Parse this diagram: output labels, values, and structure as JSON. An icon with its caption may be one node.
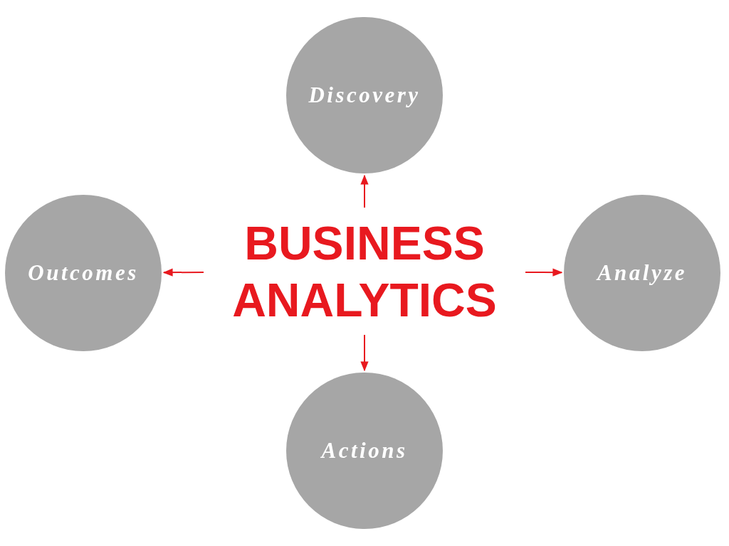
{
  "diagram": {
    "nodes": [
      {
        "text": [
          "Discovery"
        ]
      },
      {
        "text": [
          "Outcomes"
        ]
      },
      {
        "text": [
          "BUSINESS ANALYTICS"
        ]
      },
      {
        "text": [
          "Analyze"
        ]
      },
      {
        "text": [
          "Actions"
        ]
      }
    ],
    "edges": [
      {
        "from": 2,
        "to": 0,
        "arrow": "to"
      },
      {
        "from": 2,
        "to": 1,
        "arrow": "to"
      },
      {
        "from": 2,
        "to": 3,
        "arrow": "to"
      },
      {
        "from": 2,
        "to": 4,
        "arrow": "to"
      }
    ]
  }
}
